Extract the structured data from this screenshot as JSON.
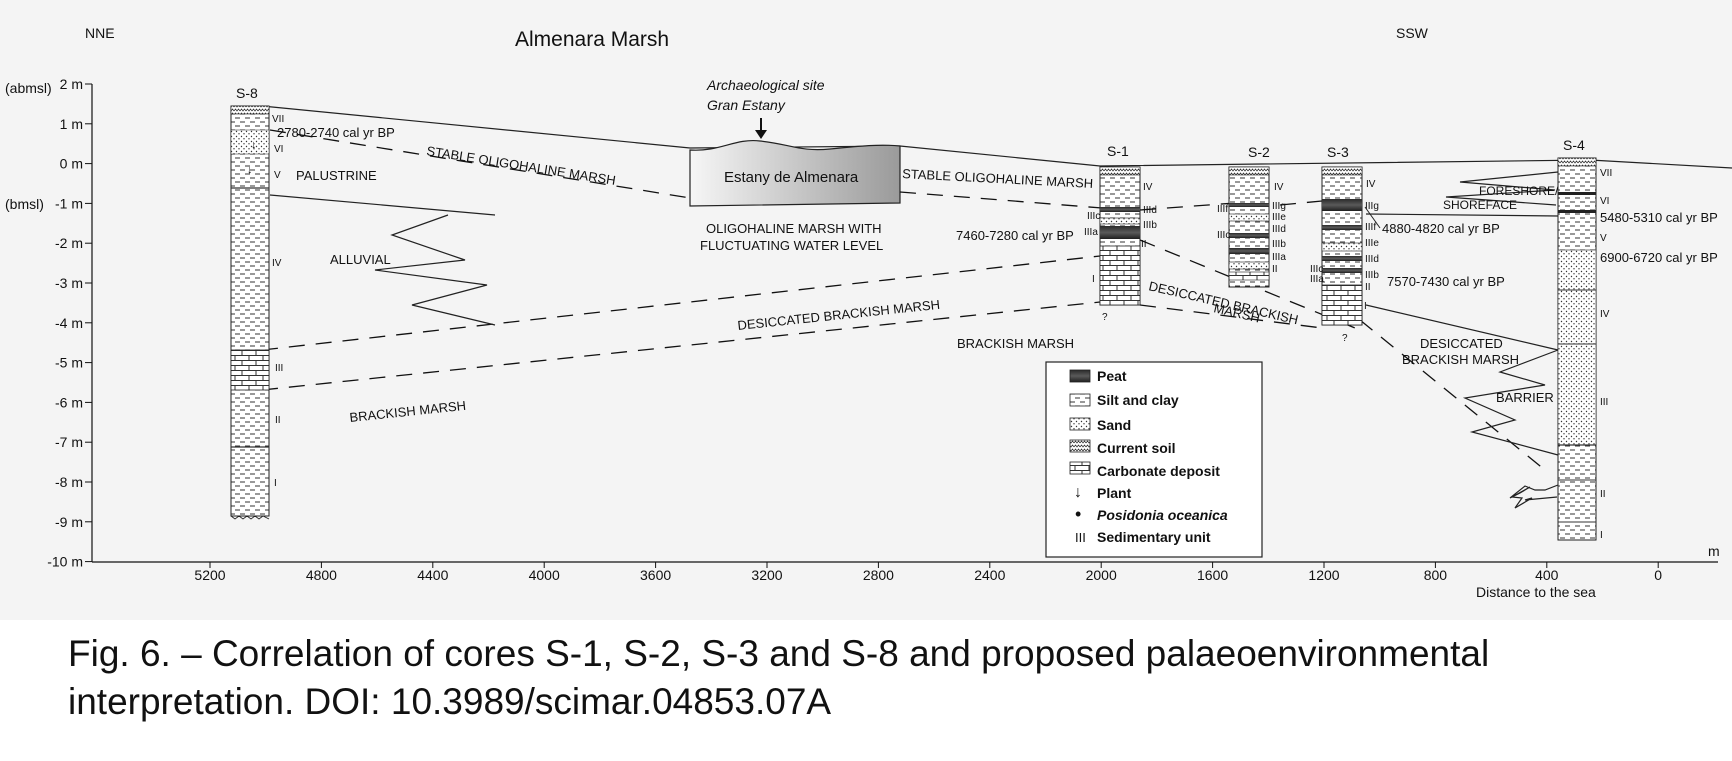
{
  "header": {
    "left_direction": "NNE",
    "right_direction": "SSW",
    "site_title": "Almenara Marsh"
  },
  "archaeo": {
    "line1": "Archaeological site",
    "line2": "Gran Estany",
    "lake_label": "Estany de Almenara"
  },
  "y_axis": {
    "abmsl": "(abmsl)",
    "bmsl": "(bmsl)",
    "ticks": [
      "2 m",
      "1 m",
      "0 m",
      "-1 m",
      "-2 m",
      "-3 m",
      "-4 m",
      "-5 m",
      "-6 m",
      "-7 m",
      "-8 m",
      "-9 m",
      "-10 m"
    ]
  },
  "x_axis": {
    "ticks": [
      "5200",
      "4800",
      "4400",
      "4000",
      "3600",
      "3200",
      "2800",
      "2400",
      "2000",
      "1600",
      "1200",
      "800",
      "400",
      "0"
    ],
    "unit": "m",
    "label": "Distance to the sea"
  },
  "cores": {
    "s8": "S-8",
    "s1": "S-1",
    "s2": "S-2",
    "s3": "S-3",
    "s4": "S-4"
  },
  "units": {
    "s8": [
      "VII",
      "VI",
      "V",
      "IV",
      "III",
      "II",
      "I"
    ],
    "s1": [
      "IV",
      "IIId",
      "IIIc",
      "IIIb",
      "IIIa",
      "II",
      "I"
    ],
    "s2": [
      "IV",
      "IIIg",
      "IIIf",
      "IIIe",
      "IIId",
      "IIIc",
      "IIIb",
      "IIIa",
      "II"
    ],
    "s3": [
      "IV",
      "IIIg",
      "IIIf",
      "IIIe",
      "IIId",
      "IIIc",
      "IIIb",
      "IIIa",
      "II",
      "I"
    ],
    "s4": [
      "VII",
      "VI",
      "V",
      "IV",
      "III",
      "II",
      "I"
    ],
    "question": "?"
  },
  "dates": {
    "s8": "2780-2740 cal yr BP",
    "s1": "7460-7280 cal yr BP",
    "s3a": "4880-4820 cal yr BP",
    "s3b": "7570-7430 cal yr BP",
    "s4a": "5480-5310 cal yr BP",
    "s4b": "6900-6720 cal yr BP"
  },
  "environments": {
    "palustrine": "PALUSTRINE",
    "stable_left": "STABLE OLIGOHALINE MARSH",
    "stable_right": "STABLE OLIGOHALINE MARSH",
    "alluvial": "ALLUVIAL",
    "oligo_line1": "OLIGOHALINE MARSH WITH",
    "oligo_line2": "FLUCTUATING WATER LEVEL",
    "desiccated_left": "DESICCATED BRACKISH MARSH",
    "desiccated_mid_line1": "DESICCATED BRACKISH",
    "desiccated_mid_line2": "MARSH",
    "desiccated_right_line1": "DESICCATED",
    "desiccated_right_line2": "BRACKISH MARSH",
    "brackish_left": "BRACKISH MARSH",
    "brackish_mid": "BRACKISH MARSH",
    "foreshore_line1": "FORESHORE/",
    "foreshore_line2": "SHOREFACE",
    "barrier": "BARRIER"
  },
  "legend": {
    "items": [
      {
        "label": "Peat",
        "italic": false
      },
      {
        "label": "Silt and clay",
        "italic": false
      },
      {
        "label": "Sand",
        "italic": false
      },
      {
        "label": "Current soil",
        "italic": false
      },
      {
        "label": "Carbonate deposit",
        "italic": false
      },
      {
        "label": "Plant",
        "italic": false
      },
      {
        "label": "Posidonia oceanica",
        "italic": true
      },
      {
        "label": "Sedimentary unit",
        "italic": false
      }
    ],
    "plant_symbol": "↓",
    "dot_symbol": "•",
    "unit_symbol": "III"
  },
  "caption": {
    "line1": "Fig. 6. – Correlation of cores S-1, S-2, S-3 and S-8 and proposed palaeoenvironmental",
    "line2": "interpretation. DOI: 10.3989/scimar.04853.07A"
  }
}
